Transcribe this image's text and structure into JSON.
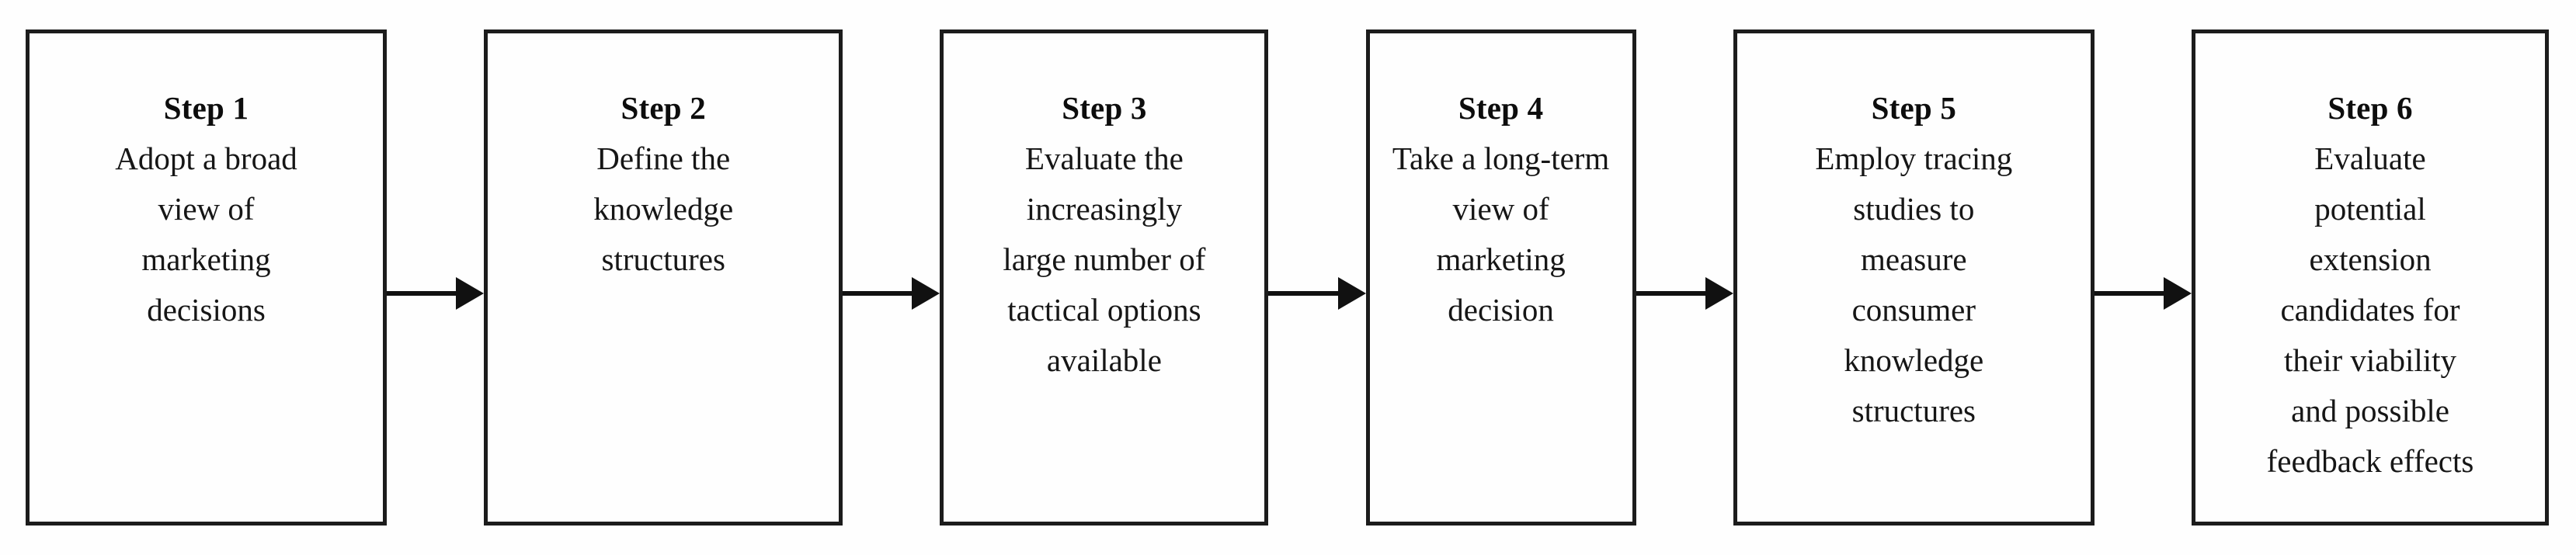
{
  "diagram": {
    "title": "Six-step marketing knowledge-structure process flow",
    "orientation": "horizontal",
    "box_border_color": "#1c1c1c",
    "box_fill_color": "#fefefe",
    "text_color": "#161616",
    "arrow_color": "#111111",
    "steps": [
      {
        "title": "Step 1",
        "lines": [
          "Adopt a broad",
          "view of",
          "marketing",
          "decisions"
        ],
        "connector_label": ""
      },
      {
        "title": "Step 2",
        "lines": [
          "Define the",
          "knowledge",
          "structures"
        ],
        "connector_label": ""
      },
      {
        "title": "Step 3",
        "lines": [
          "Evaluate the",
          "increasingly",
          "large number of",
          "tactical options",
          "available"
        ],
        "connector_label": ""
      },
      {
        "title": "Step 4",
        "lines": [
          "Take a long-term",
          "view of",
          "marketing",
          "decision"
        ],
        "connector_label": ""
      },
      {
        "title": "Step 5",
        "lines": [
          "Employ tracing",
          "studies to",
          "measure",
          "consumer",
          "knowledge",
          "structures"
        ],
        "connector_label": ""
      },
      {
        "title": "Step 6",
        "lines": [
          "Evaluate",
          "potential",
          "extension",
          "candidates for",
          "their viability",
          "and possible",
          "feedback effects"
        ],
        "connector_label": ""
      }
    ]
  }
}
